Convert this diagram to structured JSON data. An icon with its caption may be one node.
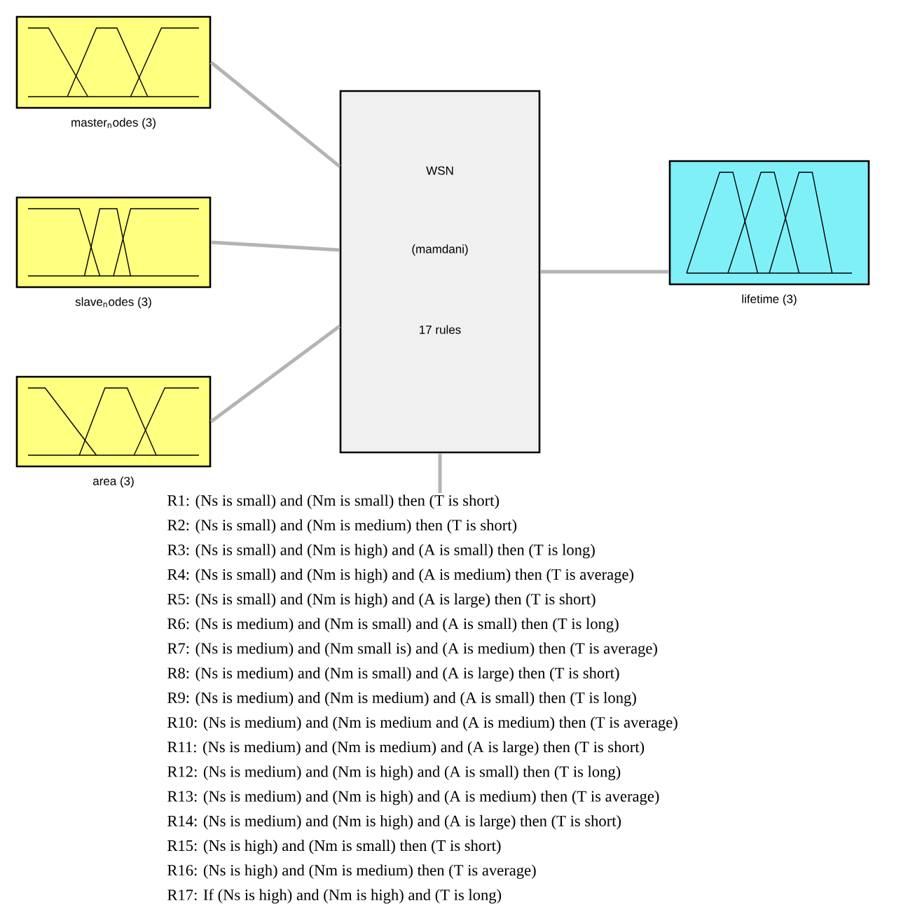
{
  "diagram": {
    "nodes": [
      {
        "text": [
          "master$_{n}$odes (3)"
        ]
      },
      {
        "text": [
          "slave$_{n}$odes (3)"
        ]
      },
      {
        "text": [
          "area (3)"
        ]
      },
      {
        "text": [
          "WSN",
          "(mamdani)",
          "17 rules"
        ]
      },
      {
        "text": [
          "lifetime (3)"
        ]
      },
      {
        "text": [
          "R1: (Ns is small) and (Nm is small) then (T is short)",
          "R2: (Ns is small) and (Nm is medium) then (T is short)",
          "R3: (Ns is small) and (Nm is high) and (A is small) then (T is long)",
          "R4: (Ns is small) and (Nm is high) and (A is medium) then (T is average)",
          "R5: (Ns is small) and (Nm is high) and (A is large) then (T is short)",
          "R6: (Ns is medium) and (Nm is small) and (A is small) then (T is long)",
          "R7: (Ns is medium) and (Nm small is) and (A is medium) then (T is average)",
          "R8: (Ns is medium) and (Nm is small) and (A is large) then (T is short)",
          "R9: (Ns is medium) and (Nm is medium) and (A is small) then (T is long)",
          "R10: (Ns is medium) and (Nm is medium and (A is medium) then (T is average)",
          "R11: (Ns is medium) and (Nm is medium) and (A is large) then (T is short)",
          "R12: (Ns is medium) and (Nm is high) and (A is small) then (T is long)",
          "R13: (Ns is medium) and (Nm is high) and (A is medium) then (T is average)",
          "R14: (Ns is medium) and (Nm is high) and (A is large) then (T is short)",
          "R15: (Ns is high) and (Nm is small) then (T is short)",
          "R16: (Ns is high) and (Nm is medium) then (T is average)",
          "R17: If (Ns is high) and (Nm is high) and (T is long)"
        ]
      }
    ],
    "edges": [
      {
        "from": 0,
        "to": 3,
        "arrow": "none"
      },
      {
        "from": 1,
        "to": 3,
        "arrow": "none"
      },
      {
        "from": 2,
        "to": 3,
        "arrow": "none"
      },
      {
        "from": 3,
        "to": 4,
        "arrow": "none"
      },
      {
        "from": 3,
        "to": 5,
        "arrow": "none"
      }
    ]
  }
}
